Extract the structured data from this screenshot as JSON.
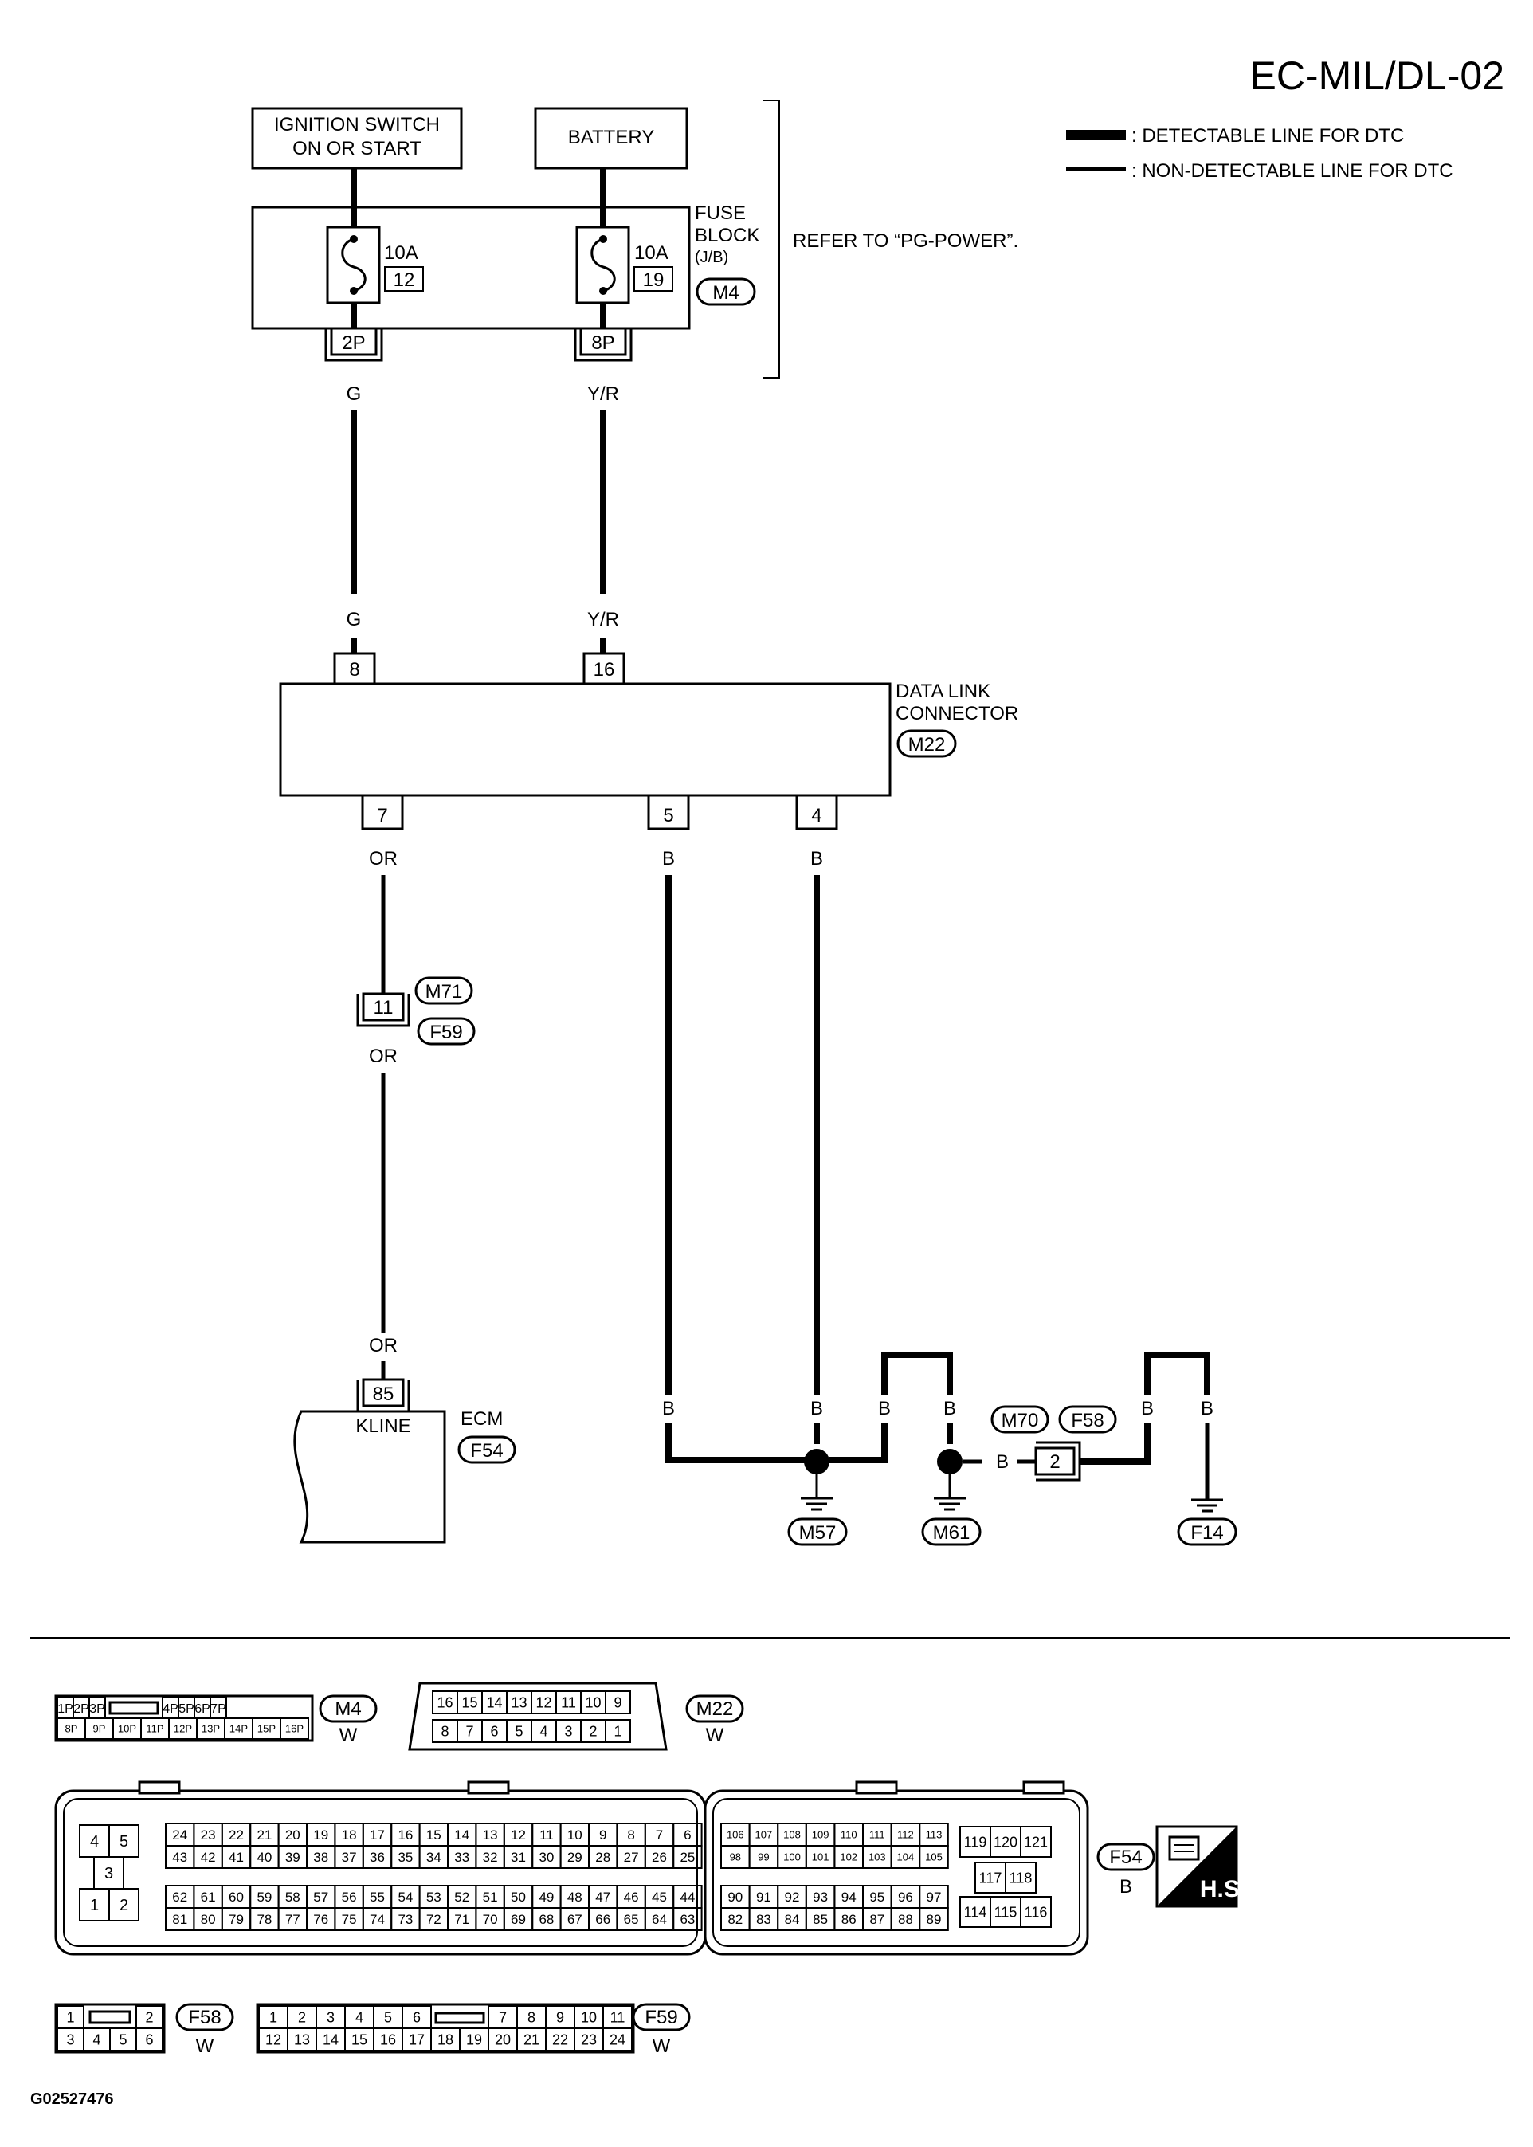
{
  "title": "EC-MIL/DL-02",
  "legend": [
    {
      "label": ": DETECTABLE LINE FOR DTC"
    },
    {
      "label": ": NON-DETECTABLE LINE FOR DTC"
    }
  ],
  "sources": {
    "ignition": [
      "IGNITION SWITCH",
      "ON OR START"
    ],
    "battery": "BATTERY"
  },
  "fuse_block": {
    "label": [
      "FUSE",
      "BLOCK",
      "(J/B)"
    ],
    "connector": "M4",
    "refer": "REFER TO “PG-POWER”.",
    "fuses": [
      {
        "amp": "10A",
        "num": "12",
        "pin": "2P"
      },
      {
        "amp": "10A",
        "num": "19",
        "pin": "8P"
      }
    ]
  },
  "wires": {
    "g": "G",
    "yr": "Y/R",
    "or": "OR",
    "b": "B"
  },
  "dlc": {
    "label": [
      "DATA LINK",
      "CONNECTOR"
    ],
    "connector": "M22",
    "top_pins": [
      "8",
      "16"
    ],
    "bottom_pins": [
      "7",
      "5",
      "4"
    ]
  },
  "joint": {
    "pin": "11",
    "conn_a": "M71",
    "conn_b": "F59"
  },
  "ecm": {
    "pin": "85",
    "signal": "KLINE",
    "label": "ECM",
    "connector": "F54"
  },
  "grounds": {
    "m57": "M57",
    "m61": "M61",
    "f14": "F14",
    "joint_pin": "2",
    "joint_a": "M70",
    "joint_b": "F58"
  },
  "connectors": {
    "m4": {
      "id": "M4",
      "color": "W",
      "top": [
        "1P",
        "2P",
        "3P",
        "4P",
        "5P",
        "6P",
        "7P"
      ],
      "bottom": [
        "8P",
        "9P",
        "10P",
        "11P",
        "12P",
        "13P",
        "14P",
        "15P",
        "16P"
      ]
    },
    "m22": {
      "id": "M22",
      "color": "W",
      "top": [
        "16",
        "15",
        "14",
        "13",
        "12",
        "11",
        "10",
        "9"
      ],
      "bottom": [
        "8",
        "7",
        "6",
        "5",
        "4",
        "3",
        "2",
        "1"
      ]
    },
    "f54": {
      "id": "F54",
      "color": "B",
      "left": [
        "4",
        "5",
        "3",
        "1",
        "2"
      ],
      "block_a": [
        [
          "24",
          "23",
          "22",
          "21",
          "20",
          "19",
          "18",
          "17",
          "16",
          "15",
          "14",
          "13",
          "12",
          "11",
          "10",
          "9",
          "8",
          "7",
          "6"
        ],
        [
          "43",
          "42",
          "41",
          "40",
          "39",
          "38",
          "37",
          "36",
          "35",
          "34",
          "33",
          "32",
          "31",
          "30",
          "29",
          "28",
          "27",
          "26",
          "25"
        ],
        [
          "62",
          "61",
          "60",
          "59",
          "58",
          "57",
          "56",
          "55",
          "54",
          "53",
          "52",
          "51",
          "50",
          "49",
          "48",
          "47",
          "46",
          "45",
          "44"
        ],
        [
          "81",
          "80",
          "79",
          "78",
          "77",
          "76",
          "75",
          "74",
          "73",
          "72",
          "71",
          "70",
          "69",
          "68",
          "67",
          "66",
          "65",
          "64",
          "63"
        ]
      ],
      "block_b": [
        [
          "106",
          "107",
          "108",
          "109",
          "110",
          "111",
          "112",
          "113"
        ],
        [
          "98",
          "99",
          "100",
          "101",
          "102",
          "103",
          "104",
          "105"
        ],
        [
          "90",
          "91",
          "92",
          "93",
          "94",
          "95",
          "96",
          "97"
        ],
        [
          "82",
          "83",
          "84",
          "85",
          "86",
          "87",
          "88",
          "89"
        ]
      ],
      "block_c": [
        [
          "119",
          "120",
          "121"
        ],
        [
          "117",
          "118"
        ],
        [
          "114",
          "115",
          "116"
        ]
      ]
    },
    "f58": {
      "id": "F58",
      "color": "W",
      "top": [
        "1",
        "2"
      ],
      "bottom": [
        "3",
        "4",
        "5",
        "6"
      ]
    },
    "f59": {
      "id": "F59",
      "color": "W",
      "top": [
        "1",
        "2",
        "3",
        "4",
        "5",
        "6",
        "7",
        "8",
        "9",
        "10",
        "11"
      ],
      "bottom": [
        "12",
        "13",
        "14",
        "15",
        "16",
        "17",
        "18",
        "19",
        "20",
        "21",
        "22",
        "23",
        "24"
      ]
    }
  },
  "hs_label": "H.S.",
  "figure_id": "G02527476"
}
